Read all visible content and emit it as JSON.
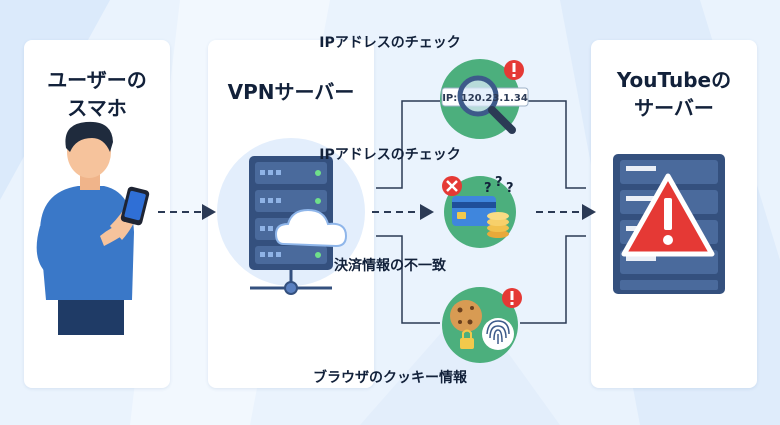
{
  "nodes": {
    "user": {
      "title_line1": "ユーザーの",
      "title_line2": "スマホ"
    },
    "vpn": {
      "title": "VPNサーバー"
    },
    "youtube": {
      "title_line1": "YouTubeの",
      "title_line2": "サーバー"
    }
  },
  "checks": [
    {
      "label": "IPアドレスのチェック",
      "ip_text": "IP: 120.23.1.34",
      "icon": "magnifier-icon"
    },
    {
      "label": "IPアドレスのチェック",
      "icon": "credit-card-coins-icon"
    },
    {
      "label": "決済情報の不一致",
      "icon": "credit-card-coins-icon"
    },
    {
      "label": "ブラウザのクッキー情報",
      "icon": "cookie-fingerprint-icon"
    }
  ],
  "colors": {
    "alert_red": "#e53935",
    "server_blue": "#3d5a8a",
    "accent_green": "#4caf7d",
    "arrow": "#2b3a55"
  }
}
